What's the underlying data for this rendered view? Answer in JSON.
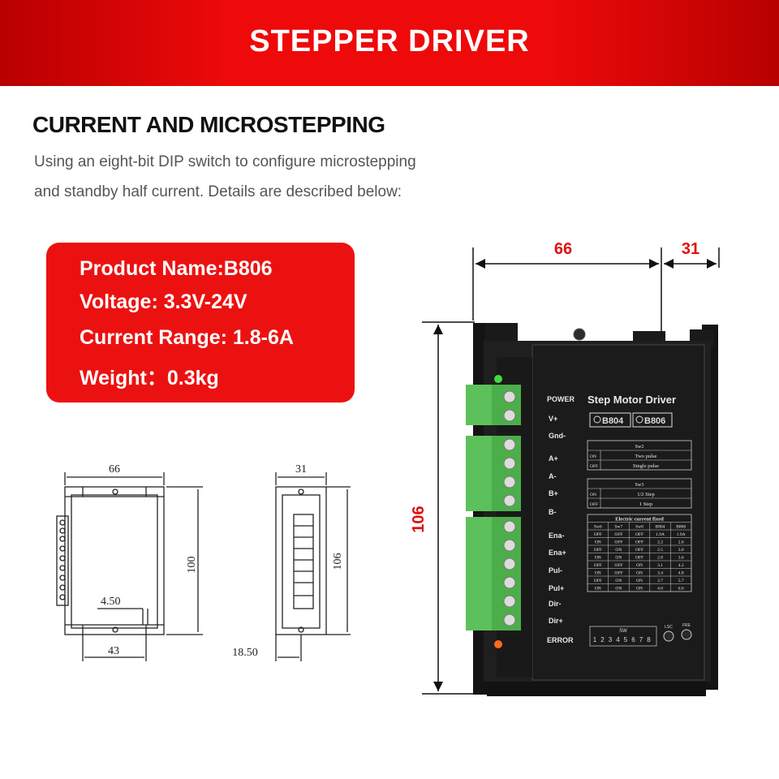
{
  "banner": {
    "title": "STEPPER DRIVER"
  },
  "section": {
    "heading": "CURRENT AND MICROSTEPPING",
    "description_line1": "Using an eight-bit DIP switch to configure microstepping",
    "description_line2": "and standby half current. Details are described below:"
  },
  "specs": {
    "product_name": "Product Name:B806",
    "voltage": "Voltage: 3.3V-24V",
    "current_range": "Current Range: 1.8-6A",
    "weight": "Weight：0.3kg"
  },
  "small_drawing": {
    "front_width": "66",
    "front_height": "100",
    "hole_offset": "4.50",
    "hole_spacing": "43",
    "side_width": "31",
    "side_height": "106",
    "side_offset": "18.50"
  },
  "product": {
    "width_dim": "66",
    "depth_dim": "31",
    "height_dim": "106",
    "title": "Step Motor Driver",
    "model_a": "B804",
    "model_b": "B806",
    "label_power": "POWER",
    "label_error": "ERROR",
    "pins": [
      "V+",
      "Gnd-",
      "A+",
      "A-",
      "B+",
      "B-",
      "Ena-",
      "Ena+",
      "Pul-",
      "Pul+",
      "Dir-",
      "Dir+"
    ],
    "sw2": {
      "header": "Sw2",
      "rows": [
        [
          "ON",
          "Two pulse"
        ],
        [
          "OFF",
          "Single pulse"
        ]
      ]
    },
    "sw3": {
      "header": "Sw3",
      "rows": [
        [
          "ON",
          "1/2 Step"
        ],
        [
          "OFF",
          "1 Step"
        ]
      ]
    },
    "current_table": {
      "title": "Electric current fixed",
      "headers": [
        "Sw6",
        "Sw7",
        "Sw8",
        "B804",
        "B806"
      ],
      "rows": [
        [
          "OFF",
          "OFF",
          "OFF",
          "1.9A",
          "1.9A"
        ],
        [
          "ON",
          "OFF",
          "OFF",
          "2.2",
          "2.6"
        ],
        [
          "OFF",
          "ON",
          "OFF",
          "2.5",
          "3.0"
        ],
        [
          "ON",
          "ON",
          "OFF",
          "2.8",
          "3.6"
        ],
        [
          "OFF",
          "OFF",
          "ON",
          "3.1",
          "4.2"
        ],
        [
          "ON",
          "OFF",
          "ON",
          "3.4",
          "4.8"
        ],
        [
          "OFF",
          "ON",
          "ON",
          "3.7",
          "5.7"
        ],
        [
          "ON",
          "ON",
          "ON",
          "4.0",
          "6.0"
        ]
      ]
    },
    "sw_label": "SW",
    "dip_numbers": [
      "1",
      "2",
      "3",
      "4",
      "5",
      "6",
      "7",
      "8"
    ],
    "pot_label_1": "LSC",
    "pot_label_2": "FRE"
  }
}
